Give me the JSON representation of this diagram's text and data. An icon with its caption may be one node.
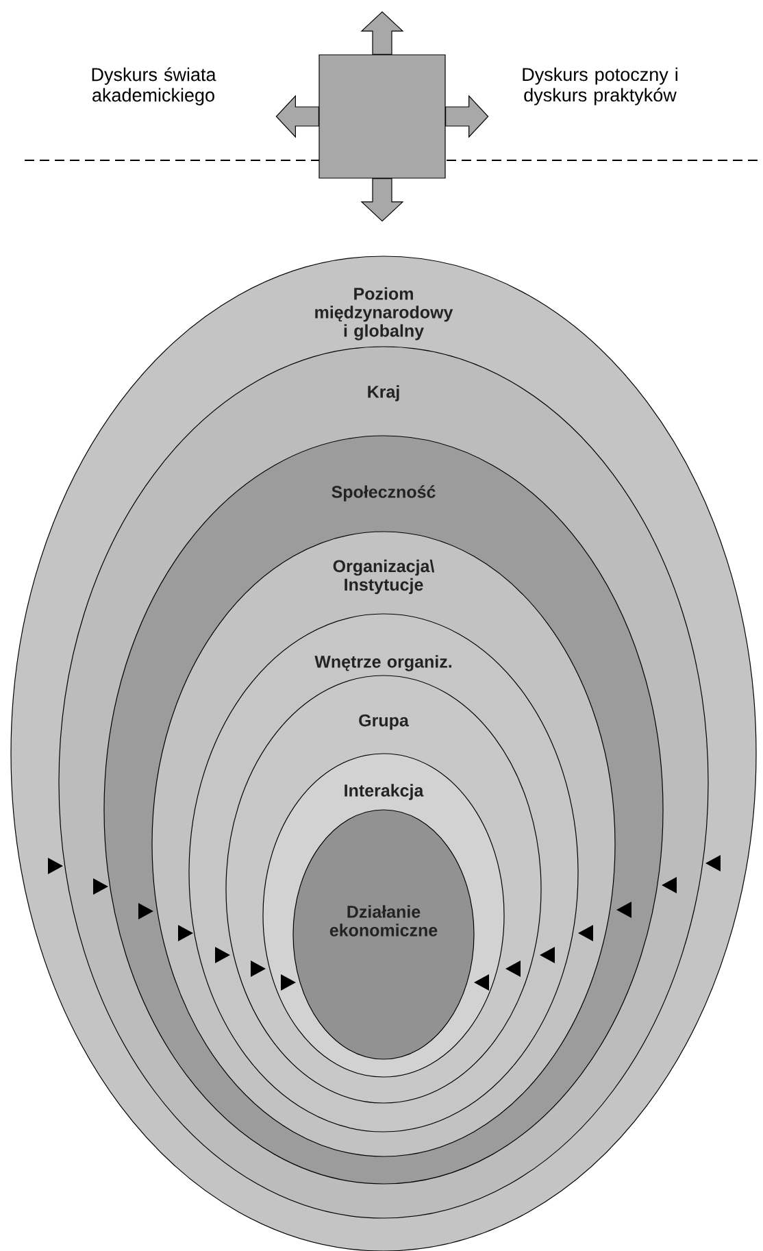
{
  "diagram": {
    "nodes": [
      {
        "text": [
          "Poziom międzynarodowy i globalny"
        ]
      },
      {
        "text": [
          "Kraj"
        ],
        "in": 0
      },
      {
        "text": [
          "Społeczność"
        ],
        "in": 1
      },
      {
        "text": [
          "Organizacja\\ Instytucje"
        ],
        "in": 2
      },
      {
        "text": [
          "Wnętrze organiz."
        ],
        "in": 3
      },
      {
        "text": [
          "Grupa"
        ],
        "in": 4
      },
      {
        "text": [
          "Interakcja"
        ],
        "in": 5
      },
      {
        "text": [
          "Działanie ekonomiczne"
        ],
        "in": 6
      },
      {
        "text": [],
        "shape": "box"
      }
    ],
    "edges": [
      {
        "from": 8,
        "to": null,
        "arrow": "to"
      },
      {
        "from": 8,
        "to": null,
        "arrow": "to"
      },
      {
        "from": 8,
        "to": null,
        "arrow": "to"
      },
      {
        "from": 8,
        "to": null,
        "arrow": "to"
      }
    ],
    "labels": [
      "Dyskurs świata akademickiego",
      "Dyskurs potoczny i dyskurs praktyków"
    ]
  }
}
